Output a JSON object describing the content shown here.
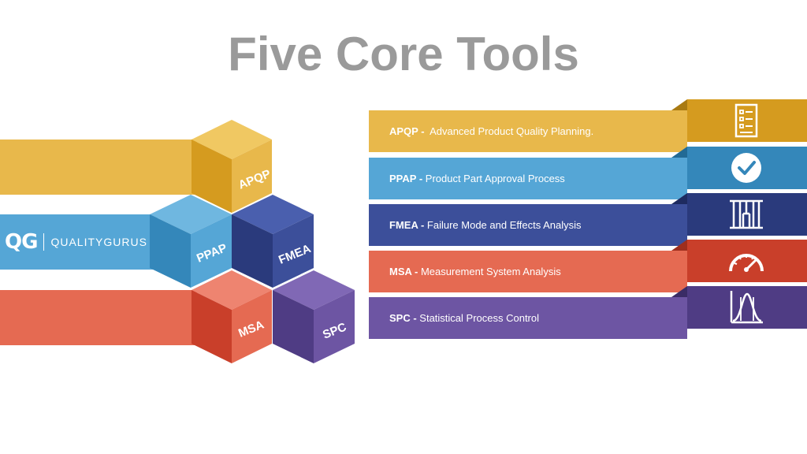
{
  "title": "Five Core Tools",
  "logo": {
    "mark": "QG",
    "name": "QUALITYGURUS"
  },
  "colors": {
    "apqp": "#E8B84B",
    "apqp_dark": "#D59B1F",
    "ppap": "#55A6D6",
    "ppap_dark": "#3487BA",
    "fmea": "#3C4F9A",
    "fmea_dark": "#2A3A7C",
    "msa": "#E56A52",
    "msa_dark": "#C93F2A",
    "spc": "#6D55A3",
    "spc_dark": "#4F3C84"
  },
  "cubes": [
    {
      "label": "APQP"
    },
    {
      "label": "PPAP"
    },
    {
      "label": "FMEA"
    },
    {
      "label": "MSA"
    },
    {
      "label": "SPC"
    }
  ],
  "tools": [
    {
      "abbr": "APQP -",
      "desc": "  Advanced Product Quality Planning.",
      "icon": "checklist-icon"
    },
    {
      "abbr": "PPAP -",
      "desc": " Product Part Approval Process",
      "icon": "check-circle-icon"
    },
    {
      "abbr": "FMEA -",
      "desc": " Failure Mode and Effects Analysis",
      "icon": "fault-tree-icon"
    },
    {
      "abbr": "MSA -",
      "desc": " Measurement System Analysis",
      "icon": "gauge-icon"
    },
    {
      "abbr": "SPC -",
      "desc": " Statistical Process Control",
      "icon": "bell-curve-icon"
    }
  ]
}
